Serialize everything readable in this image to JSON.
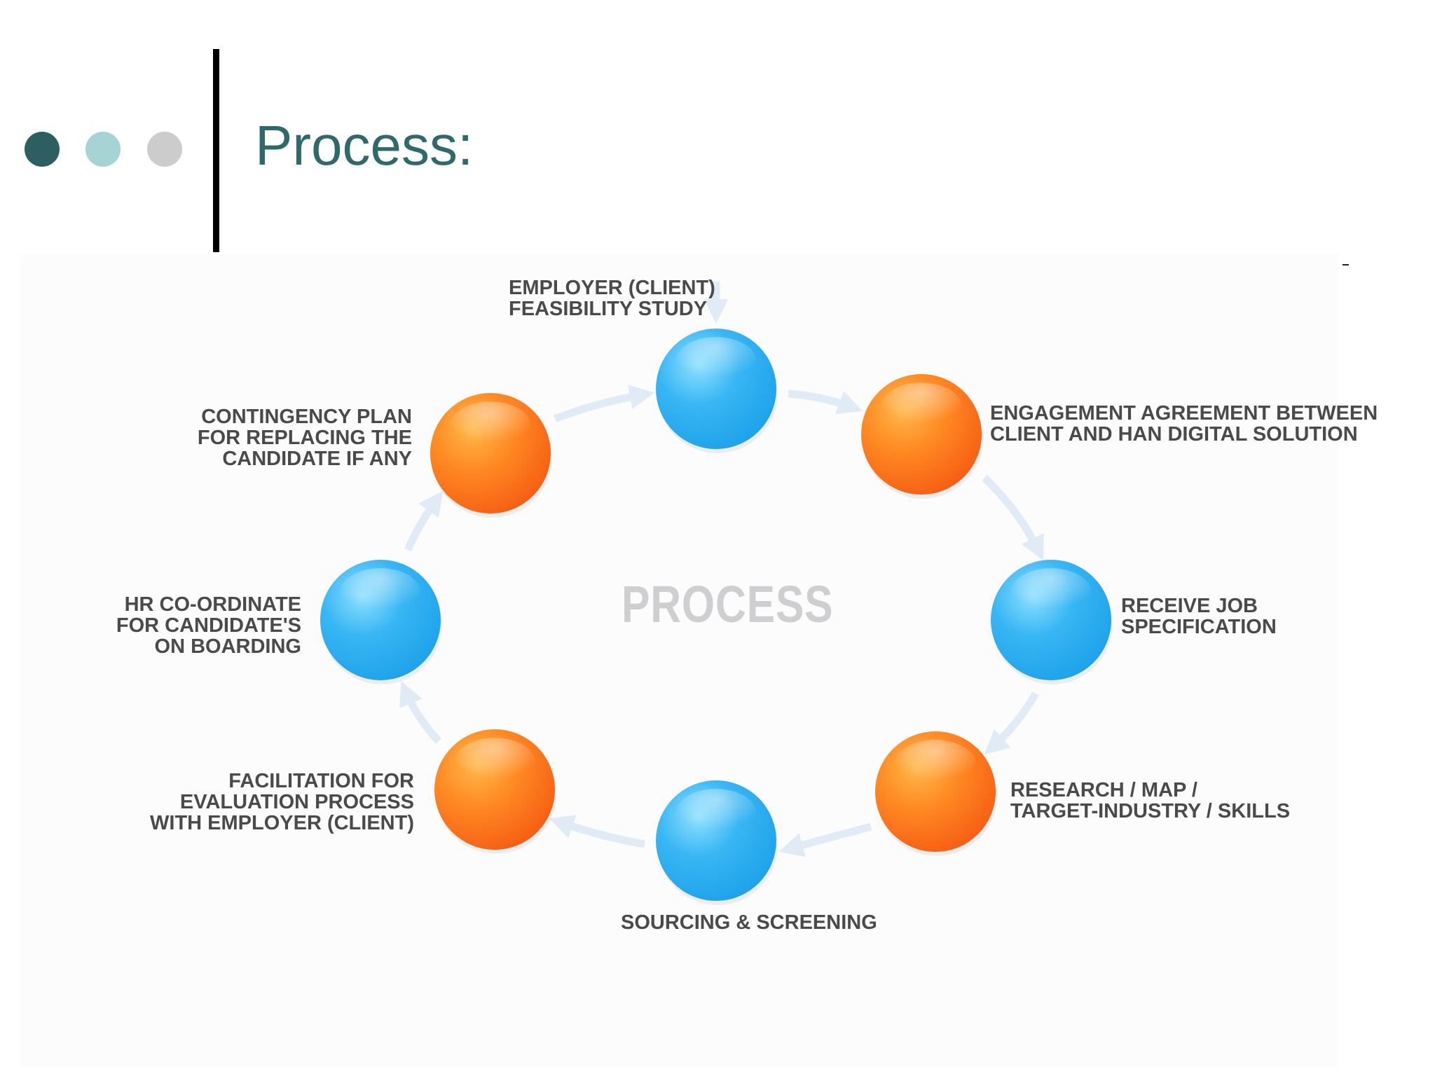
{
  "header": {
    "title": "Process:"
  },
  "colors": {
    "title": "#2f6a6a",
    "dot_dark": "#2d5f61",
    "dot_teal": "#a6d3d4",
    "dot_grey": "#cccccc",
    "node_blue": "#1ea2ea",
    "node_orange": "#f65e13",
    "arrow": "#e1ebf6",
    "center_word": "#cfcfd2"
  },
  "diagram": {
    "center_label": "PROCESS",
    "steps": [
      {
        "node": "blue",
        "lines": [
          "EMPLOYER (CLIENT)",
          "FEASIBILITY STUDY"
        ]
      },
      {
        "node": "orange",
        "lines": [
          "ENGAGEMENT AGREEMENT BETWEEN",
          "CLIENT AND HAN DIGITAL SOLUTION"
        ]
      },
      {
        "node": "blue",
        "lines": [
          "RECEIVE JOB",
          "SPECIFICATION"
        ]
      },
      {
        "node": "orange",
        "lines": [
          "RESEARCH / MAP /",
          "TARGET-INDUSTRY / SKILLS"
        ]
      },
      {
        "node": "blue",
        "lines": [
          "SOURCING & SCREENING"
        ]
      },
      {
        "node": "orange",
        "lines": [
          "FACILITATION FOR",
          "EVALUATION PROCESS",
          "WITH EMPLOYER (CLIENT)"
        ]
      },
      {
        "node": "blue",
        "lines": [
          "HR CO-ORDINATE",
          "FOR CANDIDATE'S",
          "ON BOARDING"
        ]
      },
      {
        "node": "orange",
        "lines": [
          "CONTINGENCY PLAN",
          "FOR REPLACING THE",
          "CANDIDATE IF ANY"
        ]
      }
    ]
  }
}
